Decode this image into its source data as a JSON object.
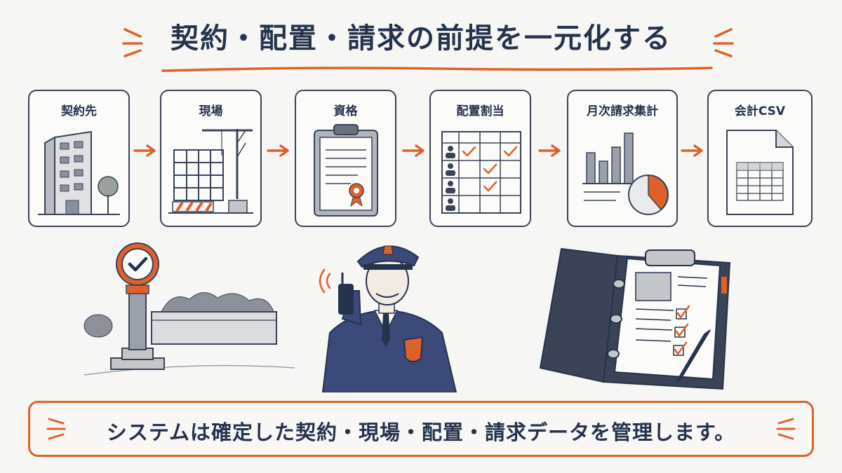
{
  "title": "契約・配置・請求の前提を一元化する",
  "steps": [
    {
      "label": "契約先",
      "icon": "office-building-icon"
    },
    {
      "label": "現場",
      "icon": "construction-site-icon"
    },
    {
      "label": "資格",
      "icon": "certificate-clipboard-icon"
    },
    {
      "label": "配置割当",
      "icon": "assignment-calendar-icon"
    },
    {
      "label": "月次請求集計",
      "icon": "billing-chart-icon"
    },
    {
      "label": "会計CSV",
      "icon": "csv-document-icon"
    }
  ],
  "footer": {
    "text": "システムは確定した契約・現場・配置・請求データを管理します。"
  },
  "colors": {
    "accent": "#e0602a",
    "navy": "#26334d",
    "outline": "#3a4456",
    "background": "#f6f6f4"
  }
}
